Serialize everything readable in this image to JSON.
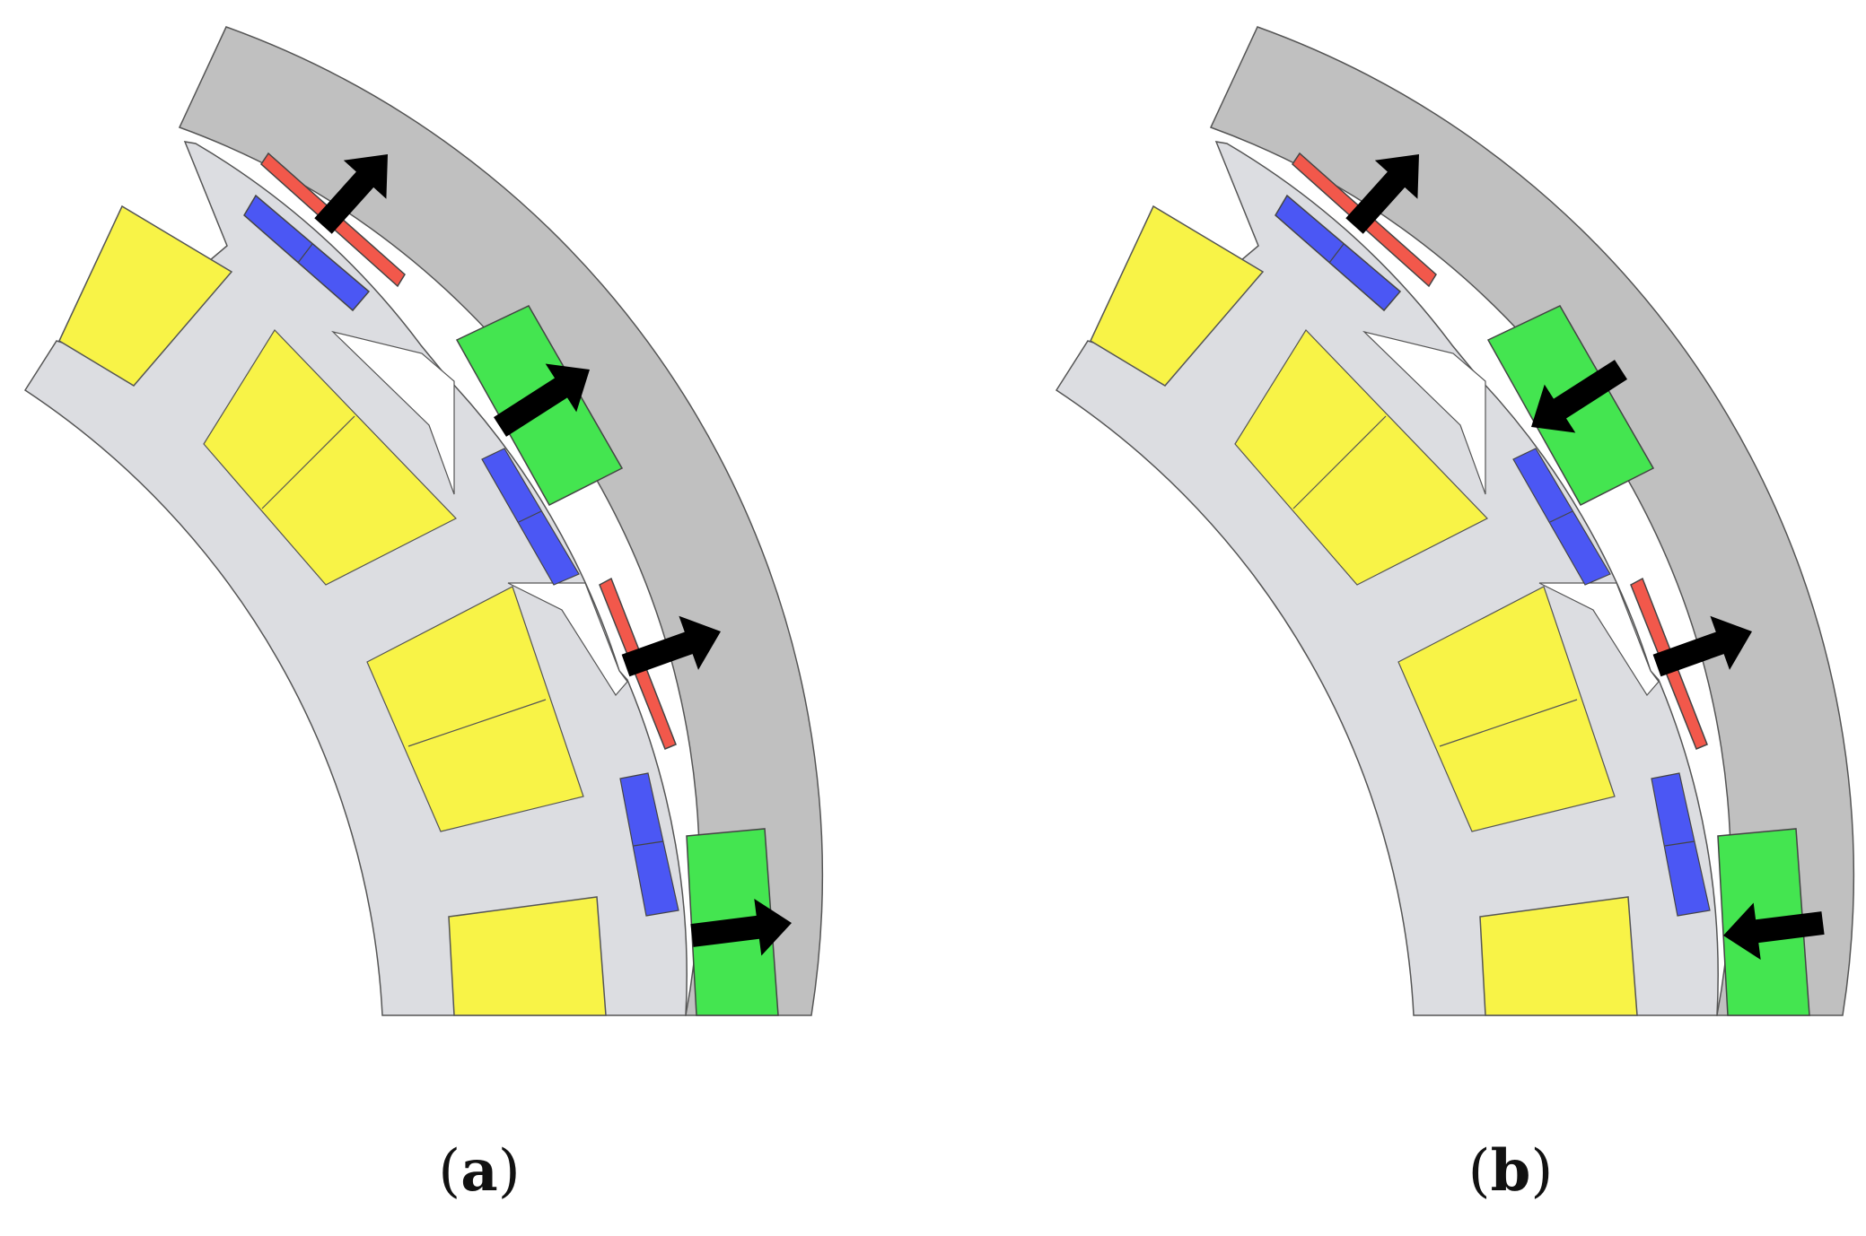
{
  "figure": {
    "panels": [
      {
        "id": "a",
        "open_paren": "(",
        "letter": "a",
        "close_paren": ")",
        "pm_arrows": [
          "outward",
          "outward",
          "outward",
          "outward"
        ]
      },
      {
        "id": "b",
        "open_paren": "(",
        "letter": "b",
        "close_paren": ")",
        "pm_arrows": [
          "outward",
          "inward",
          "outward",
          "inward"
        ]
      }
    ],
    "colors": {
      "outer_ring": "#c0c0c0",
      "core": "#dcdde1",
      "coil": "#f8f347",
      "green_magnet": "#44e550",
      "blue_magnet": "#4b57f4",
      "red_magnet": "#f2584b",
      "arrow": "#000000",
      "outline": "#444444"
    }
  }
}
